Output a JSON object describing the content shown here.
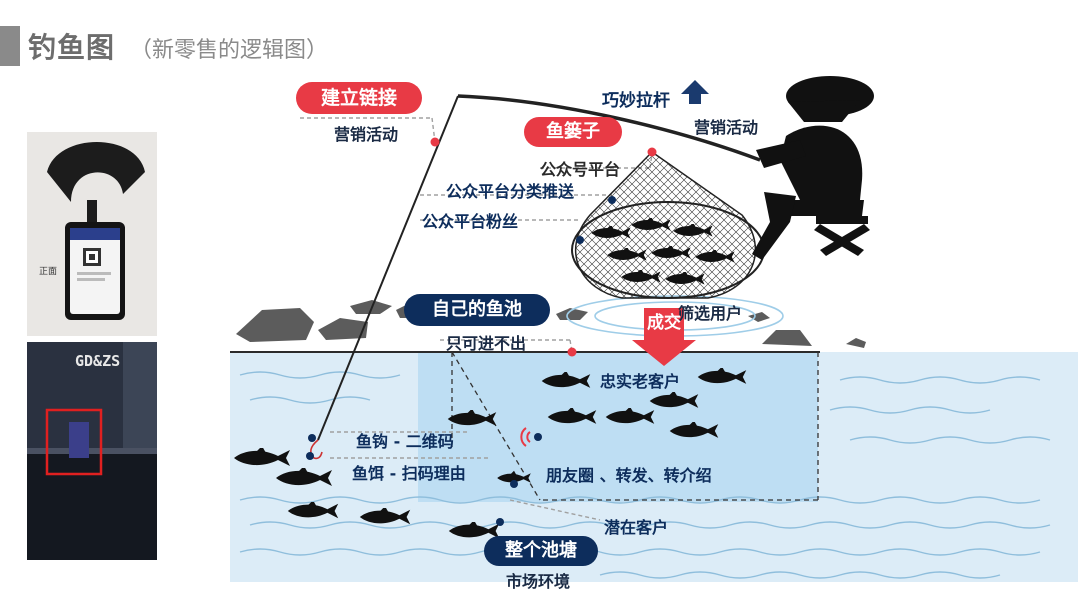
{
  "header": {
    "title": "钓鱼图",
    "subtitle": "（新零售的逻辑图）"
  },
  "photos": {
    "badge_label": "正面",
    "store_sign": "GD&ZS"
  },
  "labels": {
    "build_link": "建立链接",
    "marketing_activity_left": "营销活动",
    "smart_pull": "巧妙拉杆",
    "marketing_activity_right": "营销活动",
    "fish_basket": "鱼篓子",
    "public_account_platform": "公众号平台",
    "public_platform_push": "公众平台分类推送",
    "public_platform_fans": "公众平台粉丝",
    "own_pond": "自己的鱼池",
    "enter_only": "只可进不出",
    "screen_users": "筛选用户",
    "deal": "成交",
    "loyal_customers": "忠实老客户",
    "hook_qr": "鱼钩 - 二维码",
    "bait_reason": "鱼饵 - 扫码理由",
    "moments": "朋友圈 、转发、转介绍",
    "potential_customers": "潜在客户",
    "whole_pond": "整个池塘",
    "market_environment": "市场环境"
  },
  "colors": {
    "red": "#e83a45",
    "navy": "#0d2d5c",
    "sea_light": "#dcecf7",
    "sea_dark": "#b9dcf2",
    "rock": "#5c5c5c"
  }
}
